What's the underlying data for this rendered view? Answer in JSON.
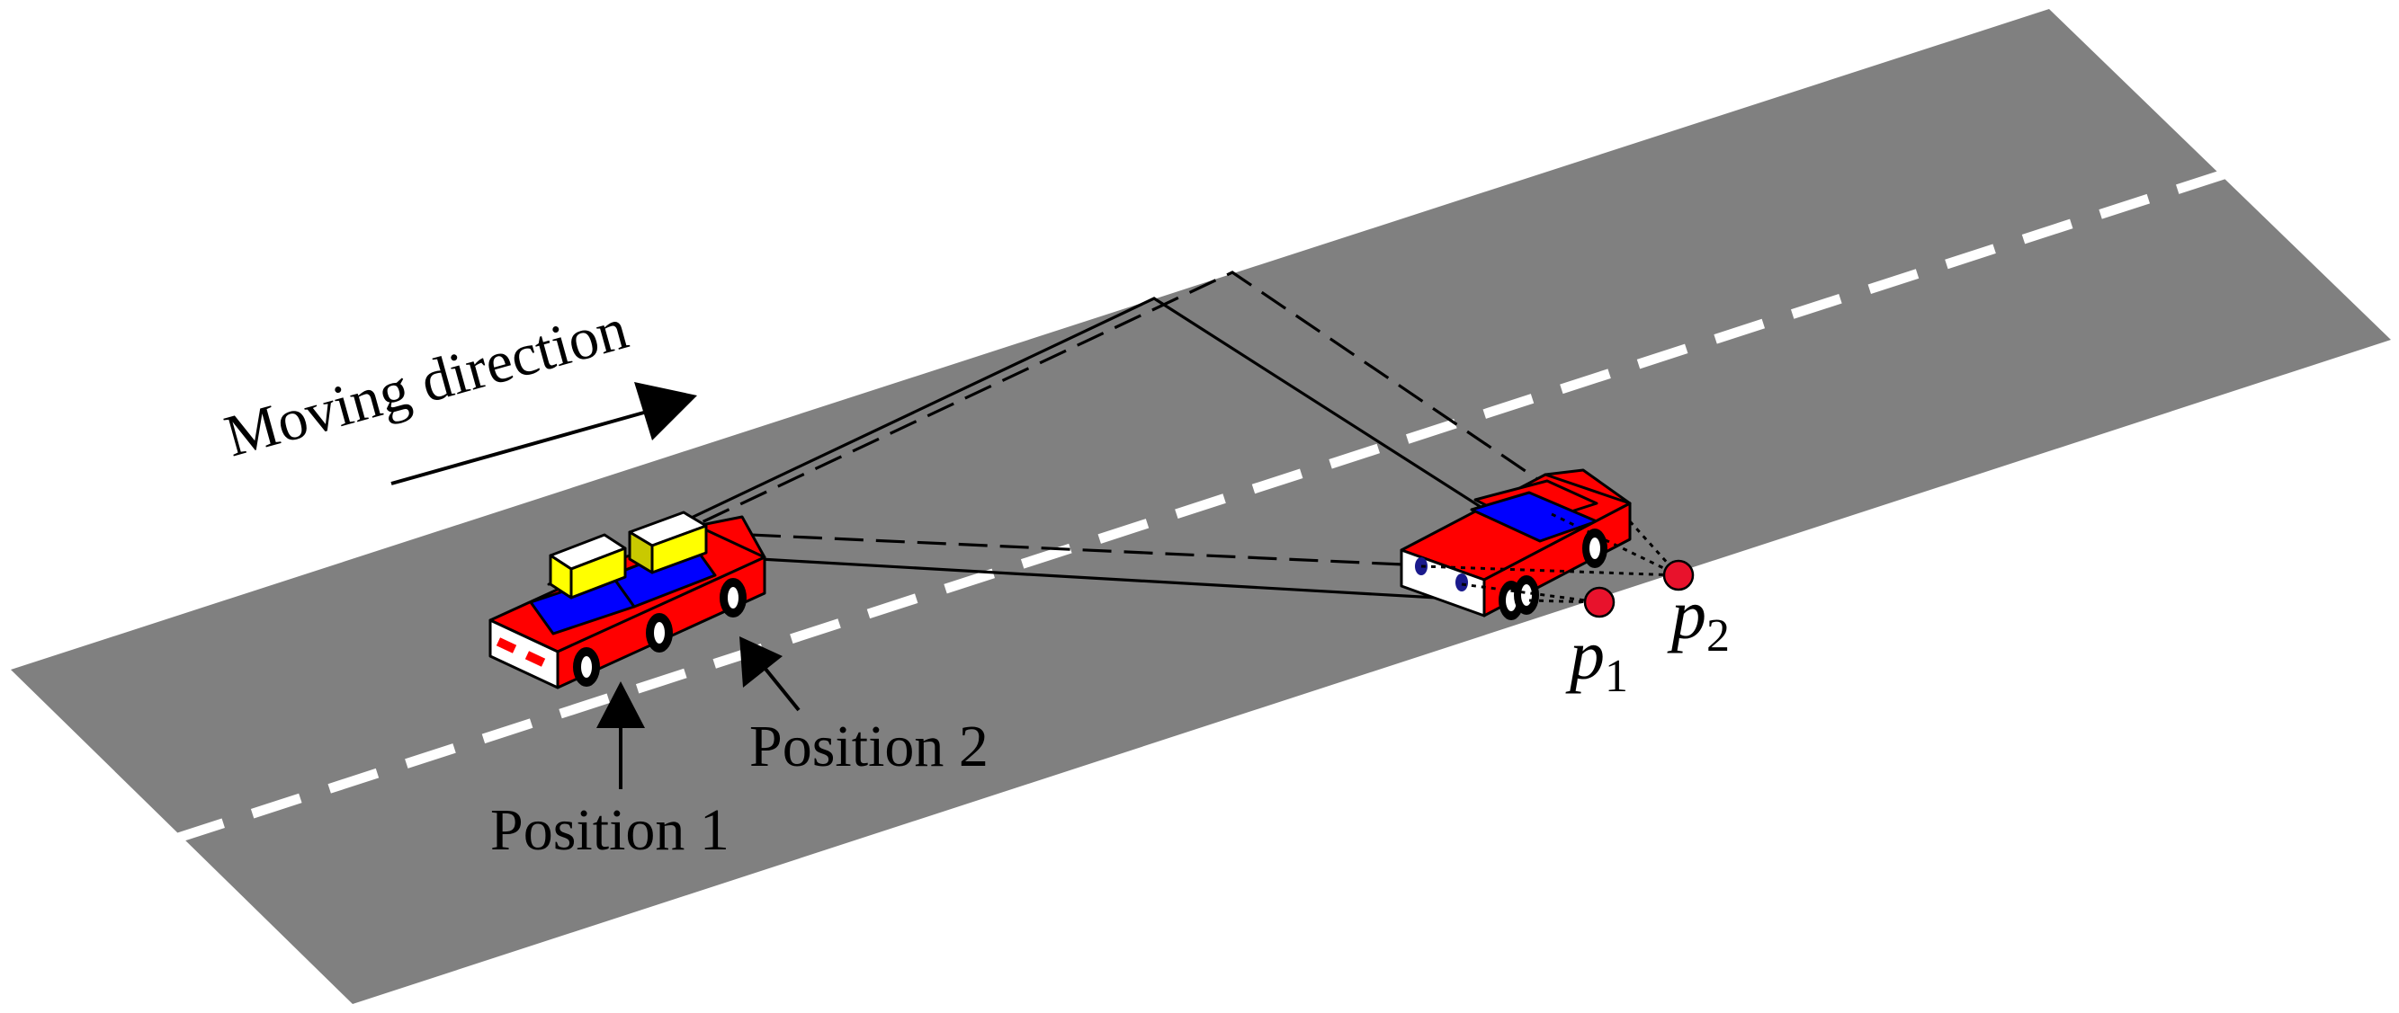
{
  "labels": {
    "moving_direction": "Moving direction",
    "position_1": "Position 1",
    "position_2": "Position 2",
    "p1_letter": "p",
    "p1_sub": "1",
    "p2_letter": "p",
    "p2_sub": "2"
  },
  "colors": {
    "road": "#808080",
    "lane_marking": "#ffffff",
    "car_body": "#ff0000",
    "car_window": "#0000ff",
    "camera_box": "#ffff00",
    "target_point": "#e8122c"
  }
}
